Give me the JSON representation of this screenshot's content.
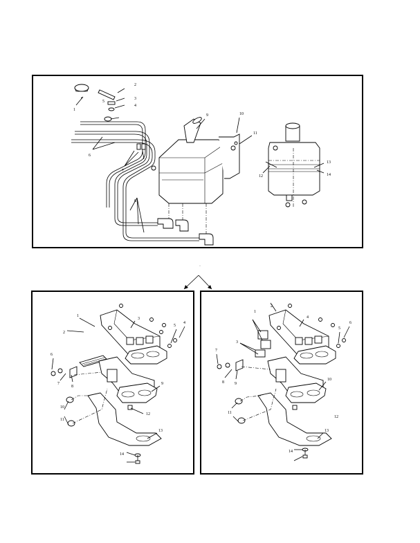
{
  "figure": {
    "top_panel": {
      "callouts": [
        "1",
        "2",
        "3",
        "4",
        "5",
        "6",
        "7",
        "8",
        "9",
        "10",
        "11",
        "12",
        "13",
        "14"
      ]
    },
    "branch_marker": "·",
    "left_panel": {
      "callouts": [
        "1",
        "2",
        "3",
        "4",
        "5",
        "6",
        "7",
        "8",
        "9",
        "10",
        "11",
        "12",
        "13",
        "14"
      ]
    },
    "right_panel": {
      "callouts": [
        "1",
        "2",
        "3",
        "4",
        "5",
        "6",
        "7",
        "8",
        "9",
        "10",
        "11",
        "12",
        "13",
        "14"
      ]
    }
  }
}
